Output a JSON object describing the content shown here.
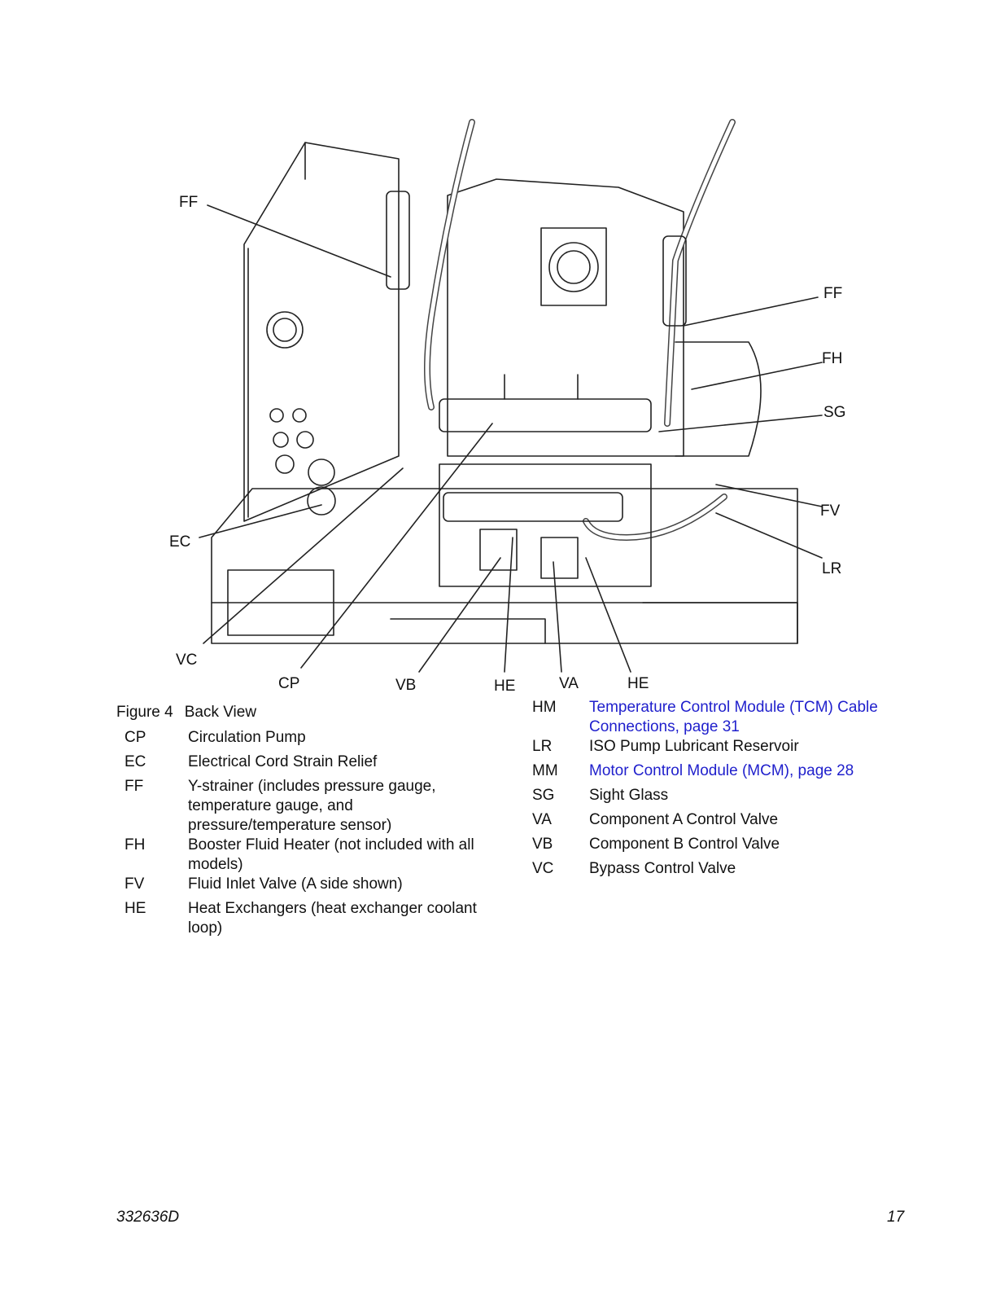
{
  "figure": {
    "callouts": {
      "ff_left": "FF",
      "ff_right": "FF",
      "fh": "FH",
      "sg": "SG",
      "fv": "FV",
      "lr": "LR",
      "ec": "EC",
      "vc": "VC",
      "cp": "CP",
      "vb": "VB",
      "he_left": "HE",
      "va": "VA",
      "he_right": "HE"
    },
    "caption_number": "Figure 4",
    "caption_title": "Back View"
  },
  "legend_left": [
    {
      "code": "CP",
      "desc": "Circulation Pump"
    },
    {
      "code": "EC",
      "desc": "Electrical Cord Strain Relief"
    },
    {
      "code": "FF",
      "desc": "Y-strainer (includes pressure gauge, temperature gauge, and pressure/temperature sensor)"
    },
    {
      "code": "FH",
      "desc": "Booster Fluid Heater (not included with all models)"
    },
    {
      "code": "FV",
      "desc": "Fluid Inlet Valve (A side shown)"
    },
    {
      "code": "HE",
      "desc": "Heat Exchangers (heat exchanger coolant loop)"
    }
  ],
  "legend_right": [
    {
      "code": "HM",
      "desc": "Temperature Control Module (TCM) Cable Connections, page 31"
    },
    {
      "code": "LR",
      "desc": "ISO Pump Lubricant Reservoir"
    },
    {
      "code": "MM",
      "desc": "Motor Control Module (MCM), page 28"
    },
    {
      "code": "SG",
      "desc": "Sight Glass"
    },
    {
      "code": "VA",
      "desc": "Component A Control Valve"
    },
    {
      "code": "VB",
      "desc": "Component B Control Valve"
    },
    {
      "code": "VC",
      "desc": "Bypass Control Valve"
    }
  ],
  "colors": {
    "link": "#1f1fcc",
    "line": "#222222"
  },
  "footer": {
    "doc_number": "332636D",
    "page_number": "17"
  }
}
